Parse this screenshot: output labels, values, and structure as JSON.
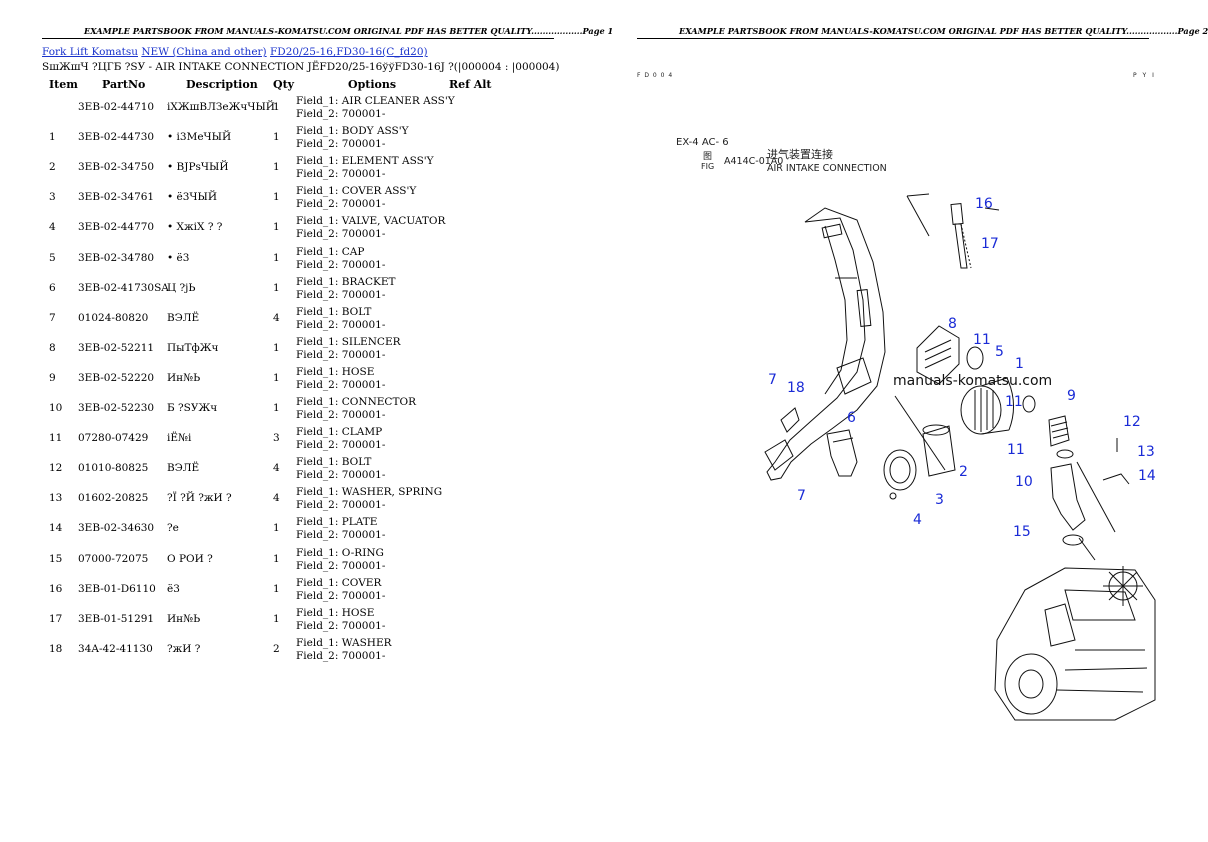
{
  "page1": {
    "banner": "EXAMPLE PARTSBOOK FROM MANUALS-KOMATSU.COM ORIGINAL PDF HAS BETTER QUALITY..................Page 1",
    "breadcrumbs": [
      "Fork Lift Komatsu",
      "NEW (China and other)",
      "FD20/25-16,FD30-16(C_fd20)"
    ],
    "subtitle": "SшЖшЧ ?ЦГБ ?SУ - AIR INTAKE CONNECTION JЁFD20/25-16ўўFD30-16J ?(|000004 : |000004)",
    "columns": [
      "Item",
      "PartNo",
      "Description",
      "Qty",
      "Options",
      "Ref Alt"
    ],
    "rows": [
      {
        "item": "",
        "partno": "3EB-02-44710",
        "desc": "iXЖшВЛЗеЖчЧЫЙ",
        "qty": "1",
        "f1": "Field_1: AIR CLEANER ASS'Y",
        "f2": "Field_2: 700001-"
      },
      {
        "item": "1",
        "partno": "3EB-02-44730",
        "desc": "• i3МеЧЫЙ",
        "qty": "1",
        "f1": "Field_1: BODY ASS'Y",
        "f2": "Field_2: 700001-"
      },
      {
        "item": "2",
        "partno": "3EB-02-34750",
        "desc": "• ВЈРѕЧЫЙ",
        "qty": "1",
        "f1": "Field_1: ELEMENT ASS'Y",
        "f2": "Field_2: 700001-"
      },
      {
        "item": "3",
        "partno": "3EB-02-34761",
        "desc": "• ё3ЧЫЙ",
        "qty": "1",
        "f1": "Field_1: COVER ASS'Y",
        "f2": "Field_2: 700001-"
      },
      {
        "item": "4",
        "partno": "3EB-02-44770",
        "desc": "• ХжiХ ? ?",
        "qty": "1",
        "f1": "Field_1: VALVE, VACUATOR",
        "f2": "Field_2: 700001-"
      },
      {
        "item": "5",
        "partno": "3EB-02-34780",
        "desc": "• ё3",
        "qty": "1",
        "f1": "Field_1: CAP",
        "f2": "Field_2: 700001-"
      },
      {
        "item": "6",
        "partno": "3EB-02-41730SA",
        "desc": "Ц ?јЬ",
        "qty": "1",
        "f1": "Field_1: BRACKET",
        "f2": "Field_2: 700001-"
      },
      {
        "item": "7",
        "partno": "01024-80820",
        "desc": "ВЭЛЁ",
        "qty": "4",
        "f1": "Field_1: BOLT",
        "f2": "Field_2: 700001-"
      },
      {
        "item": "8",
        "partno": "3EB-02-52211",
        "desc": "ПыТфЖч",
        "qty": "1",
        "f1": "Field_1: SILENCER",
        "f2": "Field_2: 700001-"
      },
      {
        "item": "9",
        "partno": "3EB-02-52220",
        "desc": "Ин№Ь",
        "qty": "1",
        "f1": "Field_1: HOSE",
        "f2": "Field_2: 700001-"
      },
      {
        "item": "10",
        "partno": "3EB-02-52230",
        "desc": "Б ?SУЖч",
        "qty": "1",
        "f1": "Field_1: CONNECTOR",
        "f2": "Field_2: 700001-"
      },
      {
        "item": "11",
        "partno": "07280-07429",
        "desc": "iЁ№i",
        "qty": "3",
        "f1": "Field_1: CLAMP",
        "f2": "Field_2: 700001-"
      },
      {
        "item": "12",
        "partno": "01010-80825",
        "desc": "ВЭЛЁ",
        "qty": "4",
        "f1": "Field_1: BOLT",
        "f2": "Field_2: 700001-"
      },
      {
        "item": "13",
        "partno": "01602-20825",
        "desc": "?Ї ?Й ?жИ ?",
        "qty": "4",
        "f1": "Field_1: WASHER, SPRING",
        "f2": "Field_2: 700001-"
      },
      {
        "item": "14",
        "partno": "3EB-02-34630",
        "desc": "?е",
        "qty": "1",
        "f1": "Field_1: PLATE",
        "f2": "Field_2: 700001-"
      },
      {
        "item": "15",
        "partno": "07000-72075",
        "desc": "О РОИ ?",
        "qty": "1",
        "f1": "Field_1: O-RING",
        "f2": "Field_2: 700001-"
      },
      {
        "item": "16",
        "partno": "3EB-01-D6110",
        "desc": "ё3",
        "qty": "1",
        "f1": "Field_1: COVER",
        "f2": "Field_2: 700001-"
      },
      {
        "item": "17",
        "partno": "3EB-01-51291",
        "desc": "Ин№Ь",
        "qty": "1",
        "f1": "Field_1: HOSE",
        "f2": "Field_2: 700001-"
      },
      {
        "item": "18",
        "partno": "34A-42-41130",
        "desc": "?жИ ?",
        "qty": "2",
        "f1": "Field_1: WASHER",
        "f2": "Field_2: 700001-"
      }
    ]
  },
  "page2": {
    "banner": "EXAMPLE PARTSBOOK FROM MANUALS-KOMATSU.COM ORIGINAL PDF HAS BETTER QUALITY..................Page 2",
    "corner_left": "F D 0 0 4",
    "corner_right": "P Y I",
    "figure_code": "EX-4 AC-   6",
    "figure_zu": "图",
    "figure_fig": "FIG",
    "figure_number": "A414C-01A0",
    "figure_title_cn": "进气装置连接",
    "figure_title_en": "AIR INTAKE CONNECTION",
    "watermark": "manuals-komatsu.com",
    "callouts": [
      "16",
      "17",
      "8",
      "11",
      "5",
      "1",
      "7",
      "18",
      "6",
      "11",
      "9",
      "12",
      "13",
      "11",
      "10",
      "14",
      "2",
      "7",
      "3",
      "4",
      "15"
    ]
  }
}
